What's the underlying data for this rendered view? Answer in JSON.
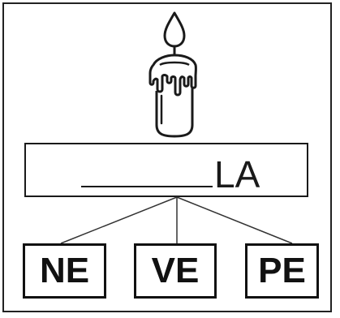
{
  "word": {
    "suffix": "LA",
    "blank": ""
  },
  "options": [
    {
      "label": "NE"
    },
    {
      "label": "VE"
    },
    {
      "label": "PE"
    }
  ],
  "illustration": {
    "icon": "candle-icon"
  }
}
